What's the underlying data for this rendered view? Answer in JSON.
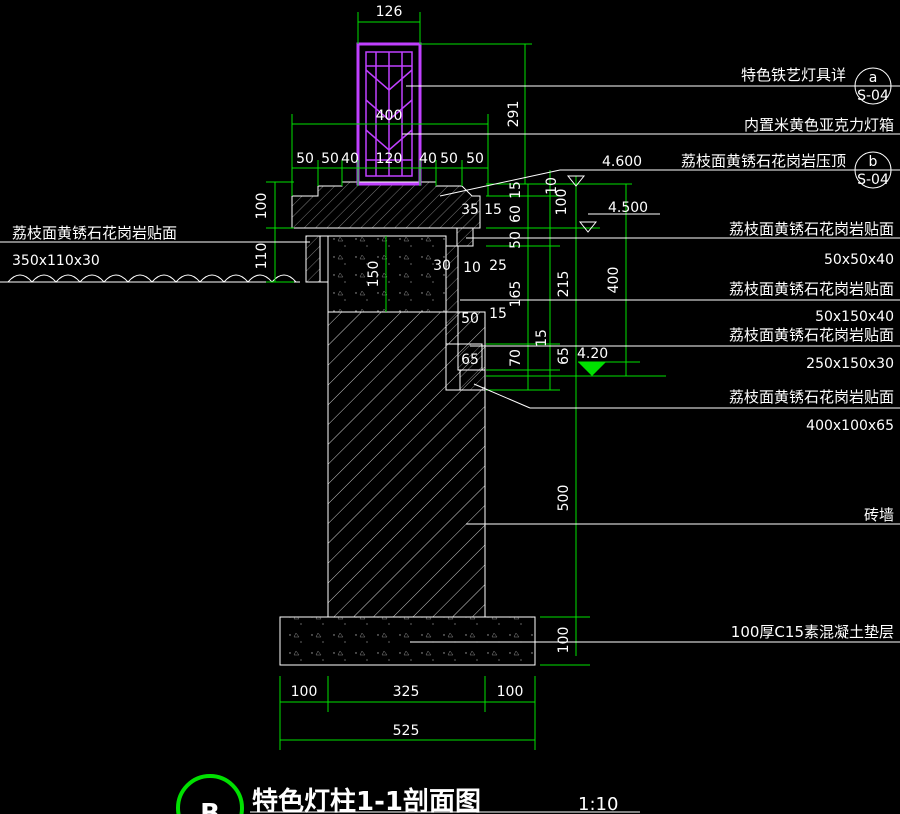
{
  "colors": {
    "background": "#000000",
    "line": "#ffffff",
    "dimension_line": "#00e000",
    "lamp": "#c040ff",
    "level_marker": "#00e000"
  },
  "title": {
    "badge": "B",
    "text": "特色灯柱1-1剖面图",
    "scale": "1:10"
  },
  "top_dims": {
    "lamp_width": "126",
    "lamp_box": "400",
    "cap_parts": [
      "50",
      "50",
      "40",
      "120",
      "40",
      "50",
      "50"
    ]
  },
  "bottom_dims": {
    "parts": [
      "100",
      "325",
      "100"
    ],
    "total": "525"
  },
  "vertical_dims": {
    "lamp_height": "291",
    "cap_height": "100",
    "base_cladding": "110",
    "panel_150": "150",
    "right_stack": [
      "15",
      "60",
      "50",
      "165",
      "70"
    ],
    "right_stack_outer": [
      "100",
      "215",
      "65"
    ],
    "far_right_400": "400",
    "wall_500": "500",
    "footing_100": "100",
    "top_10": "10",
    "small_15": "15"
  },
  "detail_dims": {
    "d35": "35",
    "d15": "15",
    "d30": "30",
    "d10": "10",
    "d25": "25",
    "d50": "50",
    "d15b": "15",
    "d65": "65"
  },
  "elevations": {
    "top": "4.600",
    "mid": "4.500",
    "ground": "4.20"
  },
  "left_callout": {
    "material": "荔枝面黄锈石花岗岩贴面",
    "size": "350x110x30"
  },
  "callouts": [
    {
      "text": "特色铁艺灯具详",
      "ref_letter": "a",
      "ref_sheet": "S-04"
    },
    {
      "text": "内置米黄色亚克力灯箱"
    },
    {
      "text": "荔枝面黄锈石花岗岩压顶",
      "ref_letter": "b",
      "ref_sheet": "S-04"
    },
    {
      "text": "荔枝面黄锈石花岗岩贴面",
      "size": "50x50x40"
    },
    {
      "text": "荔枝面黄锈石花岗岩贴面",
      "size": "50x150x40"
    },
    {
      "text": "荔枝面黄锈石花岗岩贴面",
      "size": "250x150x30"
    },
    {
      "text": "荔枝面黄锈石花岗岩贴面",
      "size": "400x100x65"
    },
    {
      "text": "砖墙"
    },
    {
      "text": "100厚C15素混凝土垫层"
    }
  ]
}
